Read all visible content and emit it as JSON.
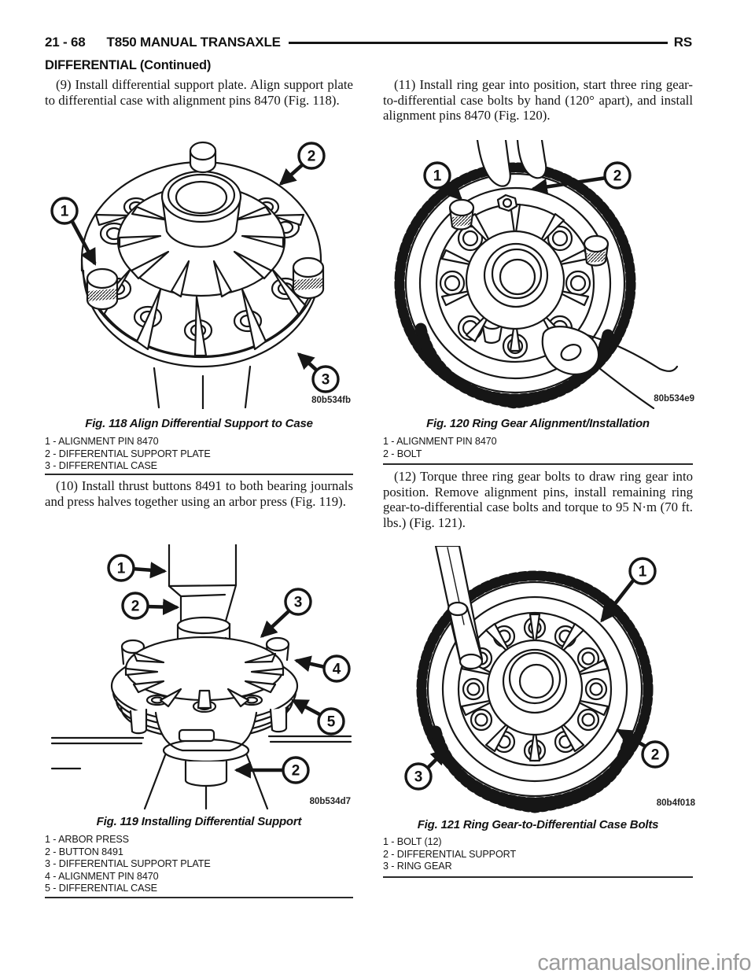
{
  "header": {
    "page_code": "21 - 68",
    "title": "T850 MANUAL TRANSAXLE",
    "region_code": "RS"
  },
  "section_title": "DIFFERENTIAL (Continued)",
  "steps": {
    "s9": "(9) Install differential support plate. Align support plate to differential case with alignment pins 8470 (Fig. 118).",
    "s10": "(10) Install thrust buttons 8491 to both bearing journals and press halves together using an arbor press (Fig. 119).",
    "s11": "(11) Install ring gear into position, start three ring gear-to-differential case bolts by hand (120° apart), and install alignment pins 8470 (Fig. 120).",
    "s12": "(12) Torque three ring gear bolts to draw ring gear into position. Remove alignment pins, install remaining ring gear-to-differential case bolts and torque to 95 N·m (70 ft. lbs.) (Fig. 121)."
  },
  "figures": {
    "fig118": {
      "caption": "Fig. 118 Align Differential Support to Case",
      "image_code": "80b534fb",
      "callouts": [
        "1",
        "2",
        "3"
      ],
      "legend": [
        "1 - ALIGNMENT PIN 8470",
        "2 - DIFFERENTIAL SUPPORT PLATE",
        "3 - DIFFERENTIAL CASE"
      ]
    },
    "fig119": {
      "caption": "Fig. 119 Installing Differential Support",
      "image_code": "80b534d7",
      "callouts": [
        "1",
        "2",
        "3",
        "4",
        "5",
        "2"
      ],
      "legend": [
        "1 - ARBOR PRESS",
        "2 - BUTTON 8491",
        "3 - DIFFERENTIAL SUPPORT PLATE",
        "4 - ALIGNMENT PIN 8470",
        "5 - DIFFERENTIAL CASE"
      ]
    },
    "fig120": {
      "caption": "Fig. 120 Ring Gear Alignment/Installation",
      "image_code": "80b534e9",
      "callouts": [
        "1",
        "2"
      ],
      "legend": [
        "1 - ALIGNMENT PIN 8470",
        "2 - BOLT"
      ]
    },
    "fig121": {
      "caption": "Fig. 121 Ring Gear-to-Differential Case Bolts",
      "image_code": "80b4f018",
      "callouts": [
        "1",
        "2",
        "3"
      ],
      "legend": [
        "1 - BOLT (12)",
        "2 - DIFFERENTIAL SUPPORT",
        "3 - RING GEAR"
      ]
    }
  },
  "watermark": "carmanualsonline.info"
}
